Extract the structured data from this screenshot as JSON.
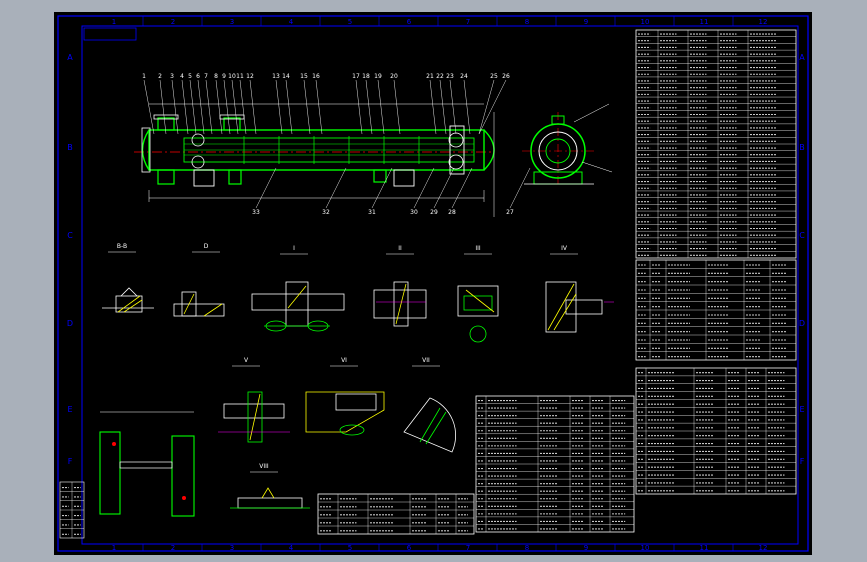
{
  "drawing": {
    "row_letters": [
      "A",
      "B",
      "C",
      "D",
      "E",
      "F"
    ],
    "column_numbers": [
      "1",
      "2",
      "3",
      "4",
      "5",
      "6",
      "7",
      "8",
      "9",
      "10",
      "11",
      "12"
    ],
    "main_view_callouts": [
      "1",
      "2",
      "3",
      "4",
      "5",
      "6",
      "7",
      "8",
      "9",
      "10",
      "11",
      "12",
      "13",
      "14",
      "15",
      "16",
      "17",
      "18",
      "19",
      "20",
      "21",
      "22",
      "23",
      "24",
      "25",
      "26"
    ],
    "lower_callouts": [
      "33",
      "32",
      "31",
      "30",
      "29",
      "28",
      "27"
    ],
    "section_labels": [
      "B-B",
      "D",
      "I",
      "II",
      "III",
      "IV",
      "V",
      "VI",
      "VII",
      "VIII"
    ]
  },
  "colors": {
    "background": "#000000",
    "frame_outer": "#a9b0ba",
    "border": "#0000ff",
    "outline": "#ffffff",
    "vessel": "#00ff00",
    "centerline": "#ff0000",
    "dimension": "#ff00ff",
    "hatch": "#ffff00",
    "leader": "#00ffff"
  }
}
